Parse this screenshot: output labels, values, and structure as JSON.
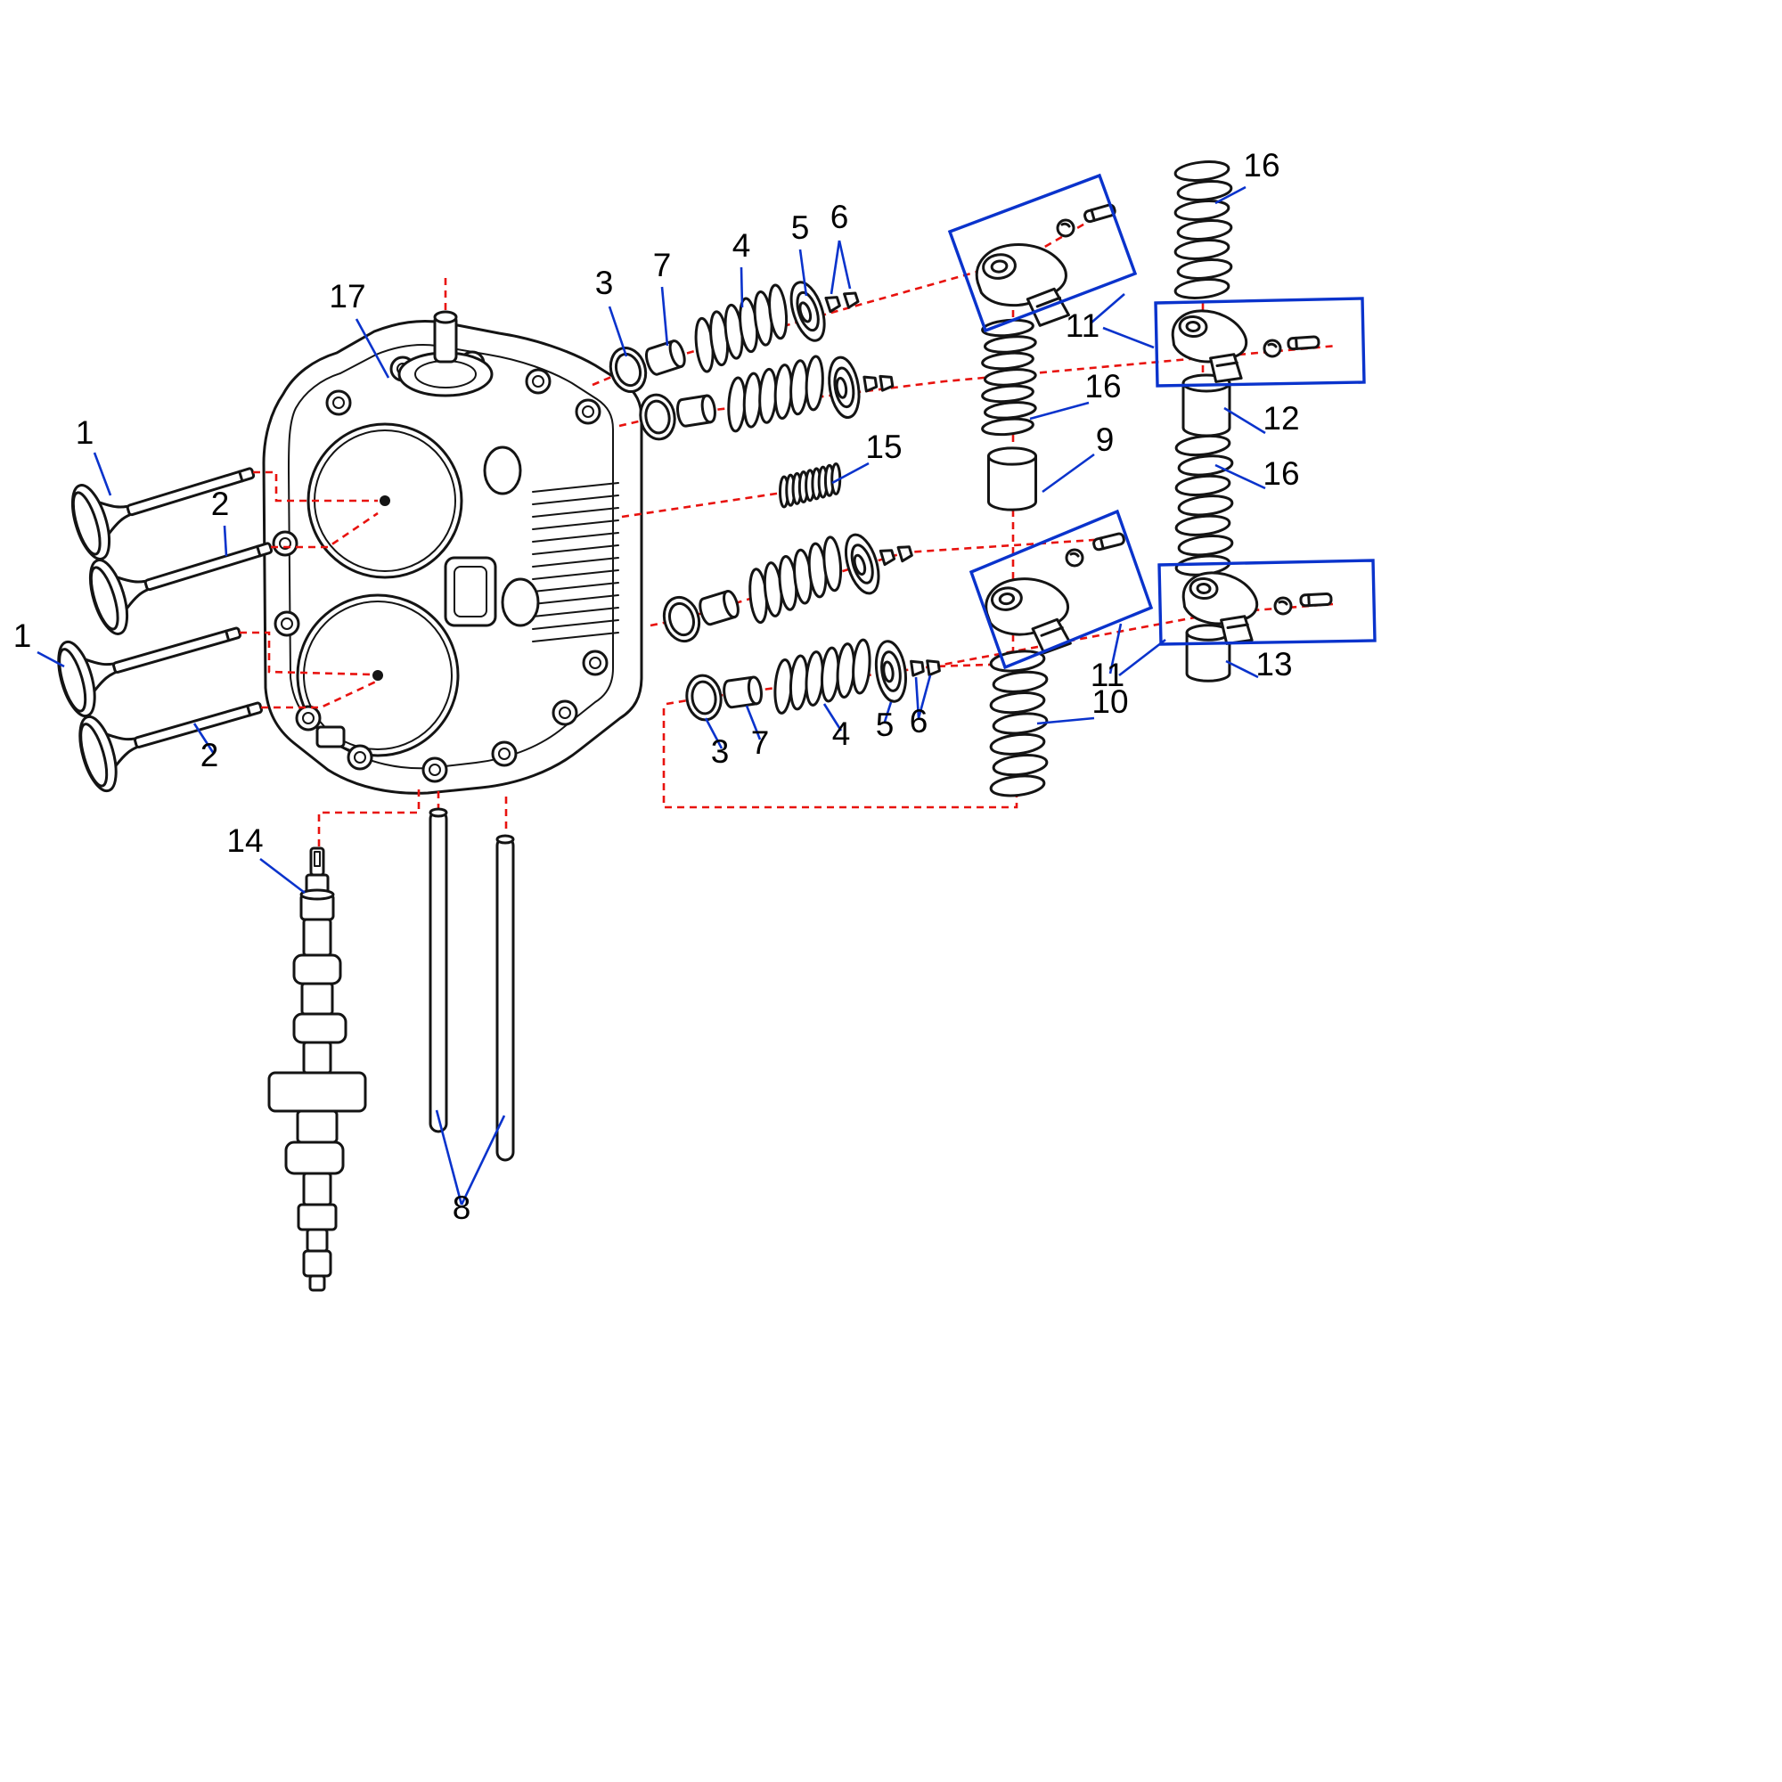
{
  "colors": {
    "line": "#141414",
    "alignment_dashed": "#e8120e",
    "callout_blue": "#0a33cc",
    "label_text": "#000000",
    "background": "#ffffff"
  },
  "callouts": [
    {
      "text": "1",
      "name": "intake-valve-upper"
    },
    {
      "text": "2",
      "name": "exhaust-valve-upper"
    },
    {
      "text": "1",
      "name": "intake-valve-lower"
    },
    {
      "text": "2",
      "name": "exhaust-valve-lower"
    },
    {
      "text": "17",
      "name": "cylinder-head"
    },
    {
      "text": "3",
      "name": "valve-stem-seal-upper"
    },
    {
      "text": "7",
      "name": "spring-seat-upper"
    },
    {
      "text": "4",
      "name": "valve-spring-upper"
    },
    {
      "text": "5",
      "name": "spring-retainer-upper"
    },
    {
      "text": "6",
      "name": "valve-keepers-upper"
    },
    {
      "text": "16",
      "name": "rocker-spring-top-right"
    },
    {
      "text": "11",
      "name": "rocker-arm-assembly-upper"
    },
    {
      "text": "16",
      "name": "rocker-spring-mid-left"
    },
    {
      "text": "12",
      "name": "lifter-upper-right"
    },
    {
      "text": "9",
      "name": "lifter-center"
    },
    {
      "text": "16",
      "name": "rocker-spring-mid-right"
    },
    {
      "text": "15",
      "name": "adjusting-spring"
    },
    {
      "text": "13",
      "name": "lifter-lower-right"
    },
    {
      "text": "11",
      "name": "rocker-arm-assembly-lower"
    },
    {
      "text": "10",
      "name": "long-valve-train-spring"
    },
    {
      "text": "3",
      "name": "valve-stem-seal-lower"
    },
    {
      "text": "7",
      "name": "spring-seat-lower"
    },
    {
      "text": "4",
      "name": "valve-spring-lower"
    },
    {
      "text": "5",
      "name": "spring-retainer-lower"
    },
    {
      "text": "6",
      "name": "valve-keepers-lower"
    },
    {
      "text": "14",
      "name": "camshaft"
    },
    {
      "text": "8",
      "name": "push-rods"
    }
  ]
}
